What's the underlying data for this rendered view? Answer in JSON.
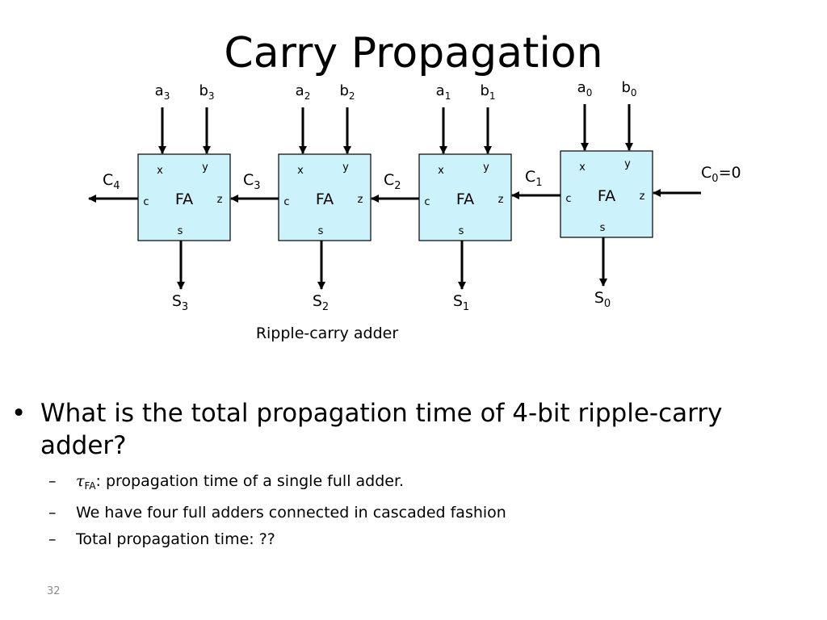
{
  "slide": {
    "title": "Carry Propagation",
    "caption": "Ripple-carry adder",
    "page_number": "32"
  },
  "diagram": {
    "box_fill": "#ccf2fb",
    "carry_in": {
      "name": "C",
      "sub": "0",
      "value": "=0"
    },
    "adders": [
      {
        "label": "FA",
        "x": "x",
        "y": "y",
        "c": "c",
        "z": "z",
        "s": "s",
        "a": {
          "name": "a",
          "sub": "3"
        },
        "b": {
          "name": "b",
          "sub": "3"
        },
        "sum": {
          "name": "S",
          "sub": "3"
        },
        "carry_out": {
          "name": "C",
          "sub": "4"
        }
      },
      {
        "label": "FA",
        "x": "x",
        "y": "y",
        "c": "c",
        "z": "z",
        "s": "s",
        "a": {
          "name": "a",
          "sub": "2"
        },
        "b": {
          "name": "b",
          "sub": "2"
        },
        "sum": {
          "name": "S",
          "sub": "2"
        },
        "carry_out": {
          "name": "C",
          "sub": "3"
        }
      },
      {
        "label": "FA",
        "x": "x",
        "y": "y",
        "c": "c",
        "z": "z",
        "s": "s",
        "a": {
          "name": "a",
          "sub": "1"
        },
        "b": {
          "name": "b",
          "sub": "1"
        },
        "sum": {
          "name": "S",
          "sub": "1"
        },
        "carry_out": {
          "name": "C",
          "sub": "2"
        }
      },
      {
        "label": "FA",
        "x": "x",
        "y": "y",
        "c": "c",
        "z": "z",
        "s": "s",
        "a": {
          "name": "a",
          "sub": "0"
        },
        "b": {
          "name": "b",
          "sub": "0"
        },
        "sum": {
          "name": "S",
          "sub": "0"
        },
        "carry_out": {
          "name": "C",
          "sub": "1"
        }
      }
    ]
  },
  "bullets": {
    "main": "What is the total propagation time of 4-bit ripple-carry adder?",
    "subs": [
      {
        "symbol": "τ",
        "symbol_sub": "FA",
        "text": ": propagation time of a single full adder."
      },
      {
        "text": "We have four full adders connected in cascaded fashion"
      },
      {
        "text": "Total propagation time: ??"
      }
    ]
  }
}
